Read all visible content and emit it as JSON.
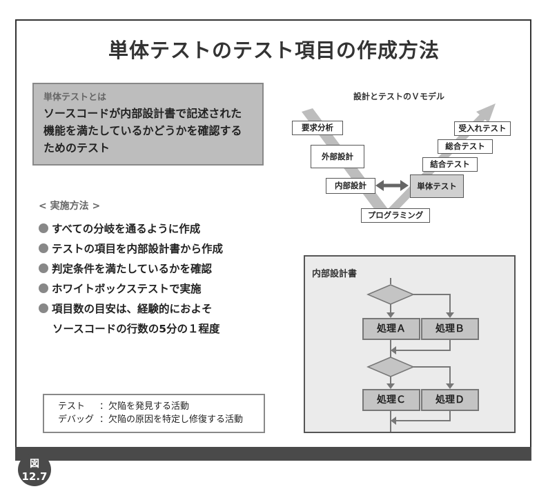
{
  "title": "単体テストのテスト項目の作成方法",
  "definition": {
    "heading": "単体テストとは",
    "lines": [
      "ソースコードが内部設計書で記述された",
      "機能を満たしているかどうかを確認する",
      "ためのテスト"
    ]
  },
  "methods": {
    "heading": "< 実施方法 >",
    "items": [
      "すべての分岐を通るように作成",
      "テストの項目を内部設計書から作成",
      "判定条件を満たしているかを確認",
      "ホワイトボックステストで実施",
      "項目数の目安は、経験的におよそ"
    ],
    "continuation": "ソースコードの行数の5分の１程度"
  },
  "notes": [
    {
      "term": "テスト",
      "desc": "：欠陥を発見する活動"
    },
    {
      "term": "デバッグ",
      "desc": "：欠陥の原因を特定し修復する活動"
    }
  ],
  "vmodel": {
    "title": "設計とテストのＶモデル",
    "design": [
      "要求分析",
      "外部設計",
      "内部設計"
    ],
    "bottom": "プログラミング",
    "tests": [
      "単体テスト",
      "結合テスト",
      "総合テスト",
      "受入れテスト"
    ]
  },
  "flowchart": {
    "title": "内部設計書",
    "processes": [
      "処理Ａ",
      "処理Ｂ",
      "処理Ｃ",
      "処理Ｄ"
    ]
  },
  "figure": {
    "label": "図",
    "number": "12.7"
  }
}
